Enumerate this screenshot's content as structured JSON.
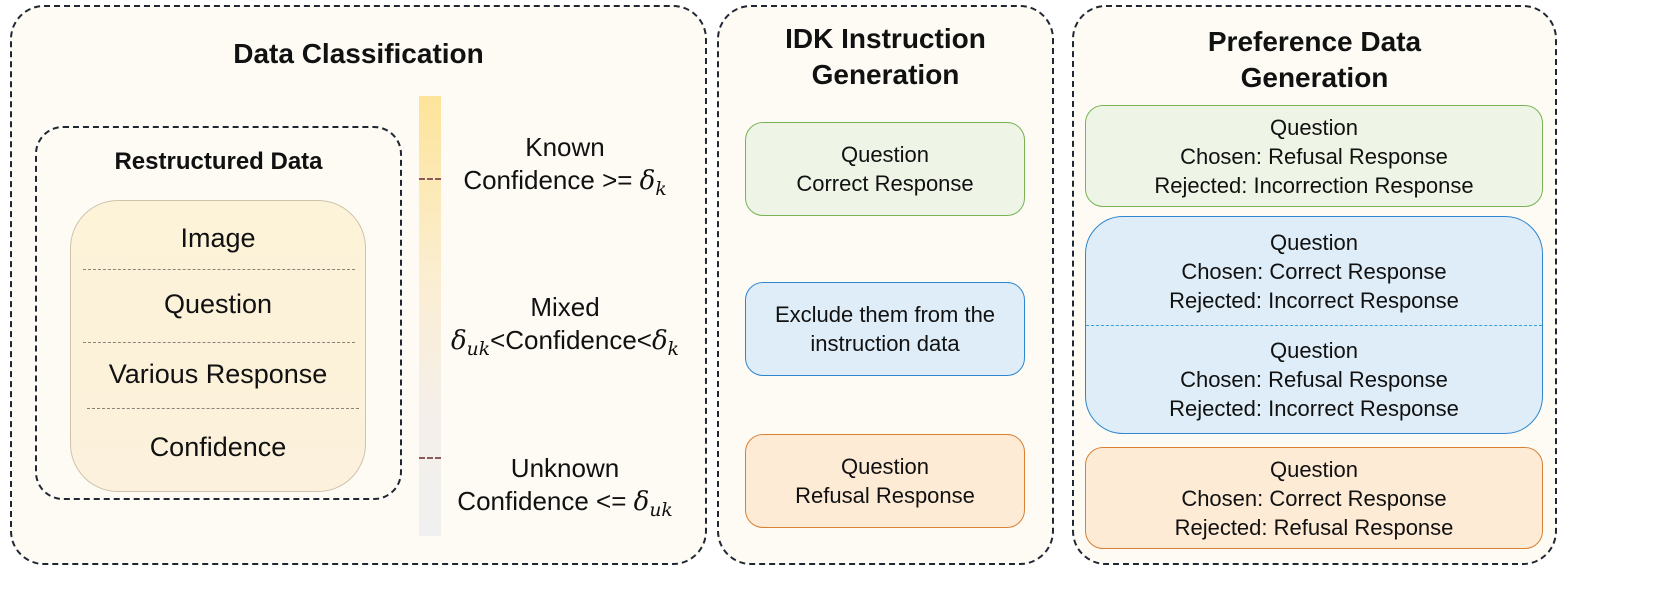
{
  "data_classification": {
    "title": "Data Classification",
    "restructured": {
      "title": "Restructured Data",
      "items": [
        "Image",
        "Question",
        "Various Response",
        "Confidence"
      ]
    },
    "known": {
      "label": "Known",
      "formula_prefix": "Confidence >= ",
      "delta": "δ",
      "sub": "k"
    },
    "mixed": {
      "label": "Mixed",
      "delta1": "δ",
      "sub1": "uk",
      "middle": "<Confidence<",
      "delta2": "δ",
      "sub2": "k"
    },
    "unknown": {
      "label": "Unknown",
      "formula_prefix": "Confidence <= ",
      "delta": "δ",
      "sub": "uk"
    }
  },
  "idk_generation": {
    "title": "IDK Instruction\nGeneration",
    "boxes": [
      {
        "lines": [
          "Question",
          "Correct Response"
        ]
      },
      {
        "lines": [
          "Exclude them from the",
          "instruction data"
        ]
      },
      {
        "lines": [
          "Question",
          "Refusal Response"
        ]
      }
    ]
  },
  "preference_generation": {
    "title": "Preference Data\nGeneration",
    "green_box": [
      "Question",
      "Chosen: Refusal Response",
      "Rejected: Incorrection Response"
    ],
    "blue_box_top": [
      "Question",
      "Chosen: Correct Response",
      "Rejected: Incorrect Response"
    ],
    "blue_box_bottom": [
      "Question",
      "Chosen: Refusal Response",
      "Rejected: Incorrect Response"
    ],
    "orange_box": [
      "Question",
      "Chosen: Correct Response",
      "Rejected: Refusal Response"
    ]
  },
  "colors": {
    "panel_border": "#1f2733",
    "panel_bg": "#fdfbf4",
    "green_border": "#79b253",
    "blue_border": "#2d86cf",
    "orange_border": "#d98033"
  }
}
